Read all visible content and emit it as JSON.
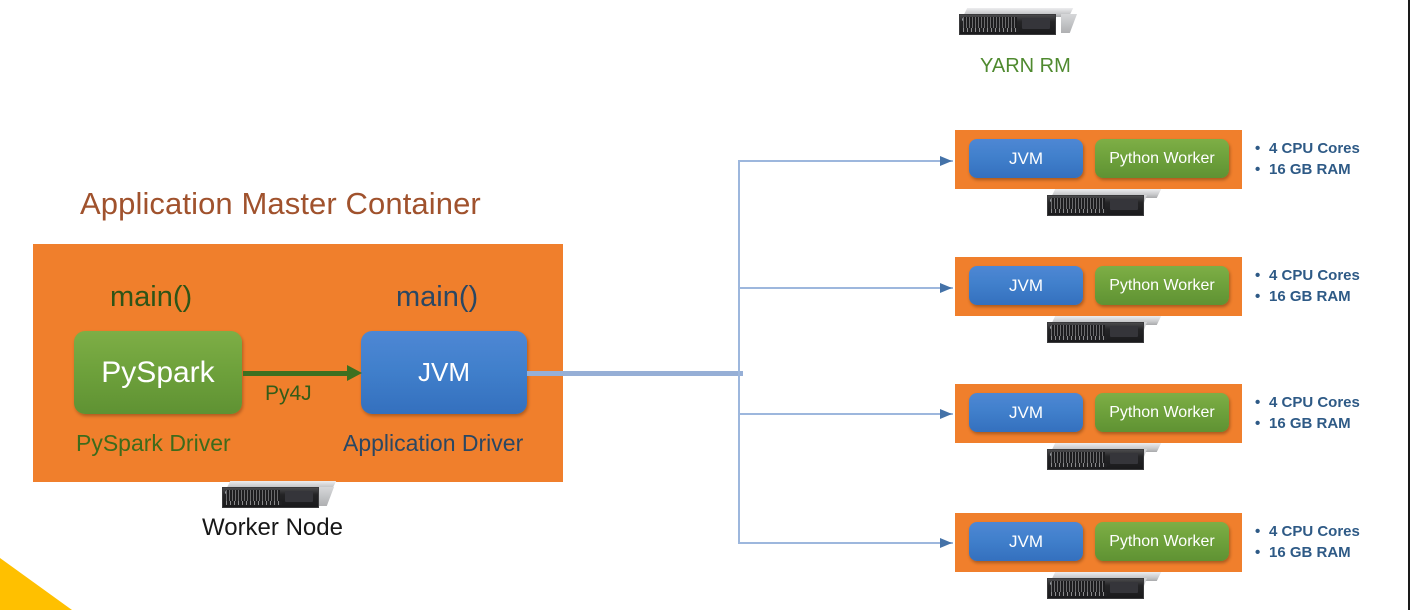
{
  "slide": {
    "title_visible": "Application Master Container",
    "background_color": "#FFFFFF",
    "accent_orange": "#F07F2C",
    "accent_yellow": "#FFC000",
    "accent_blue": "#4180CC",
    "accent_green": "#6FA23C",
    "title_color": "#A0522D",
    "connector_color": "#9DB7DD"
  },
  "driver": {
    "title": "Application Master Container",
    "main_left": "main()",
    "main_right": "main()",
    "pyspark_box": "PySpark",
    "jvm_box": "JVM",
    "bridge_label": "Py4J",
    "pyspark_caption": "PySpark Driver",
    "jvm_caption": "Application Driver",
    "node_caption": "Worker Node",
    "node_icon": "server-icon"
  },
  "yarn": {
    "label": "YARN RM",
    "icon": "server-icon",
    "label_color": "#4F8A2F"
  },
  "executors": [
    {
      "jvm_label": "JVM",
      "python_label": "Python Worker",
      "node_icon": "server-icon",
      "specs": [
        "4 CPU Cores",
        "16 GB RAM"
      ]
    },
    {
      "jvm_label": "JVM",
      "python_label": "Python Worker",
      "node_icon": "server-icon",
      "specs": [
        "4 CPU Cores",
        "16 GB RAM"
      ]
    },
    {
      "jvm_label": "JVM",
      "python_label": "Python Worker",
      "node_icon": "server-icon",
      "specs": [
        "4 CPU Cores",
        "16 GB RAM"
      ]
    },
    {
      "jvm_label": "JVM",
      "python_label": "Python Worker",
      "node_icon": "server-icon",
      "specs": [
        "4 CPU Cores",
        "16 GB RAM"
      ]
    }
  ]
}
